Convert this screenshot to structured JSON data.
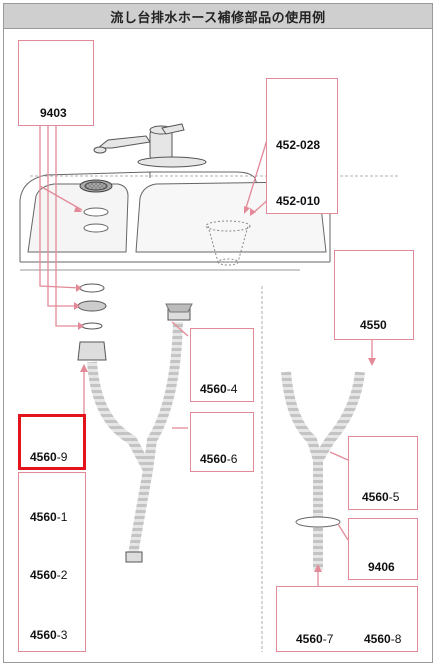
{
  "title": "流し台排水ホース補修部品の使用例",
  "parts": {
    "p9403": {
      "number": "9403"
    },
    "p452028": {
      "number": "452-028"
    },
    "p452010": {
      "number": "452-010"
    },
    "p4550": {
      "number": "4550"
    },
    "p45604": {
      "number": "4560",
      "suffix": "-4"
    },
    "p45606": {
      "number": "4560",
      "suffix": "-6"
    },
    "p45609": {
      "number": "4560",
      "suffix": "-9"
    },
    "p45601": {
      "number": "4560",
      "suffix": "-1"
    },
    "p45602": {
      "number": "4560",
      "suffix": "-2"
    },
    "p45603": {
      "number": "4560",
      "suffix": "-3"
    },
    "p45605": {
      "number": "4560",
      "suffix": "-5"
    },
    "p9406": {
      "number": "9406"
    },
    "p45607": {
      "number": "4560",
      "suffix": "-7"
    },
    "p45608": {
      "number": "4560",
      "suffix": "-8"
    }
  },
  "colors": {
    "callout_line": "#e38a98",
    "highlight": "#e4141d",
    "title_bg": "#cfcfcf",
    "outline": "#555555"
  }
}
